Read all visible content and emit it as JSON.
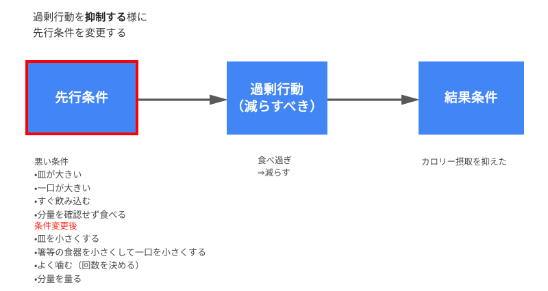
{
  "title": {
    "line1_prefix": "過剰行動を",
    "line1_strong": "抑制する",
    "line1_suffix": "様に",
    "line2": "先行条件を変更する"
  },
  "flow": {
    "boxes": [
      {
        "name": "antecedent",
        "label_line1": "先行条件",
        "label_line2": "",
        "fill": "#4285f4",
        "border": "#ff0000",
        "highlighted": "true"
      },
      {
        "name": "behavior",
        "label_line1": "過剰行動",
        "label_line2": "（減らすべき）",
        "fill": "#4285f4",
        "border": "",
        "highlighted": "false"
      },
      {
        "name": "consequence",
        "label_line1": "結果条件",
        "label_line2": "",
        "fill": "#4285f4",
        "border": "",
        "highlighted": "false"
      }
    ],
    "arrows": [
      {
        "name": "arrow-antecedent-to-behavior",
        "color": "#595959"
      },
      {
        "name": "arrow-behavior-to-consequence",
        "color": "#595959"
      }
    ]
  },
  "captions": {
    "antecedent": {
      "heading": "悪い条件",
      "items": [
        "・皿が大きい",
        "・一口が大きい",
        "・すぐ飲み込む",
        "・分量を確認せず食べる"
      ]
    },
    "changed": {
      "heading": "条件変更後",
      "heading_color": "#ff2a1f",
      "items": [
        "・皿を小さくする",
        "・箸等の食器を小さくして一口を小さくする",
        "・よく噛む（回数を決める）",
        "・分量を量る"
      ]
    },
    "behavior": {
      "line1": "食べ過ぎ",
      "line2": "⇒減らす"
    },
    "consequence": {
      "line1": "カロリー摂取を抑えた"
    }
  }
}
